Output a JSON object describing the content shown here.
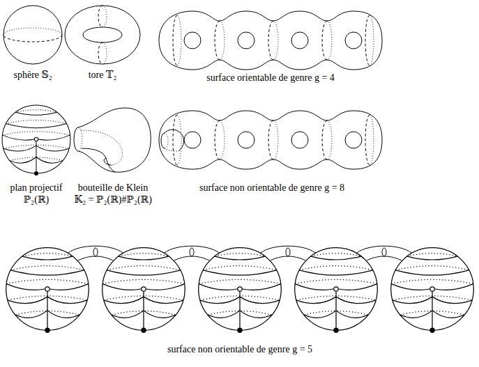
{
  "diagram": {
    "labels": [
      "sphère 𝕊₂",
      "tore 𝕋₂",
      "surface orientable de genre g = 4",
      "plan projectif",
      "ℙ₂(ℝ)",
      "bouteille de Klein",
      "𝕂₂ = ℙ₂(ℝ)#ℙ₂(ℝ)",
      "surface non orientable de genre g = 8",
      "surface non orientable de genre g = 5"
    ]
  }
}
